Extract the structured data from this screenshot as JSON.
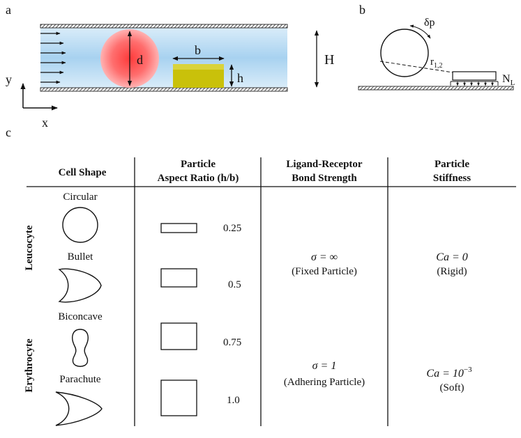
{
  "panel_a": {
    "label": "a",
    "d": "d",
    "b": "b",
    "h": "h",
    "H": "H",
    "y": "y",
    "x": "x"
  },
  "panel_b": {
    "label": "b",
    "delta_p": "δp",
    "r": "r",
    "r_sub": "1,2",
    "N": "N",
    "N_sub": "L"
  },
  "panel_c": {
    "label": "c",
    "headers": {
      "cell_shape": "Cell Shape",
      "aspect_line1": "Particle",
      "aspect_line2": "Aspect Ratio (h/b)",
      "bond_line1": "Ligand-Receptor",
      "bond_line2": "Bond Strength",
      "stiff_line1": "Particle",
      "stiff_line2": "Stiffness"
    },
    "groups": {
      "leucocyte": "Leucocyte",
      "erythrocyte": "Erythrocyte"
    },
    "shapes": {
      "circular": "Circular",
      "bullet": "Bullet",
      "biconcave": "Biconcave",
      "parachute": "Parachute"
    },
    "aspect_ratios": [
      "0.25",
      "0.5",
      "0.75",
      "1.0"
    ],
    "bond": {
      "fixed_value": "σ = ∞",
      "fixed_desc": "(Fixed Particle)",
      "adhering_value": "σ = 1",
      "adhering_desc": "(Adhering Particle)"
    },
    "stiffness": {
      "rigid_value": "Ca = 0",
      "rigid_desc": "(Rigid)",
      "soft_prefix": "Ca = 10",
      "soft_exp": "−3",
      "soft_desc": "(Soft)"
    }
  }
}
